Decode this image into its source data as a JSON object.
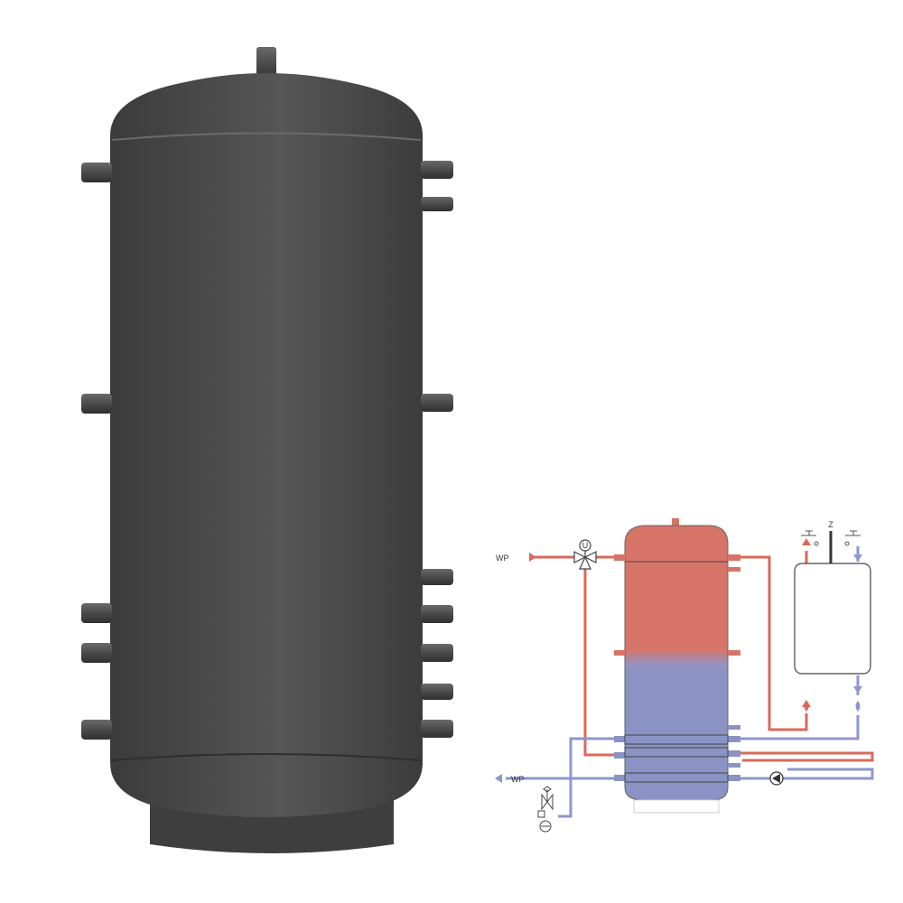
{
  "colors": {
    "tank_body": "#4a4a4a",
    "tank_shade": "#333333",
    "hot": "#d67467",
    "hot_line": "#d86a5a",
    "cold": "#8a93c4",
    "cold_line": "#8d97cb",
    "outline": "#444444"
  },
  "schematic": {
    "hp_inlet_label": "WP",
    "hp_outlet_label": "WP",
    "valve_label": "U",
    "separator_label": "Z"
  }
}
